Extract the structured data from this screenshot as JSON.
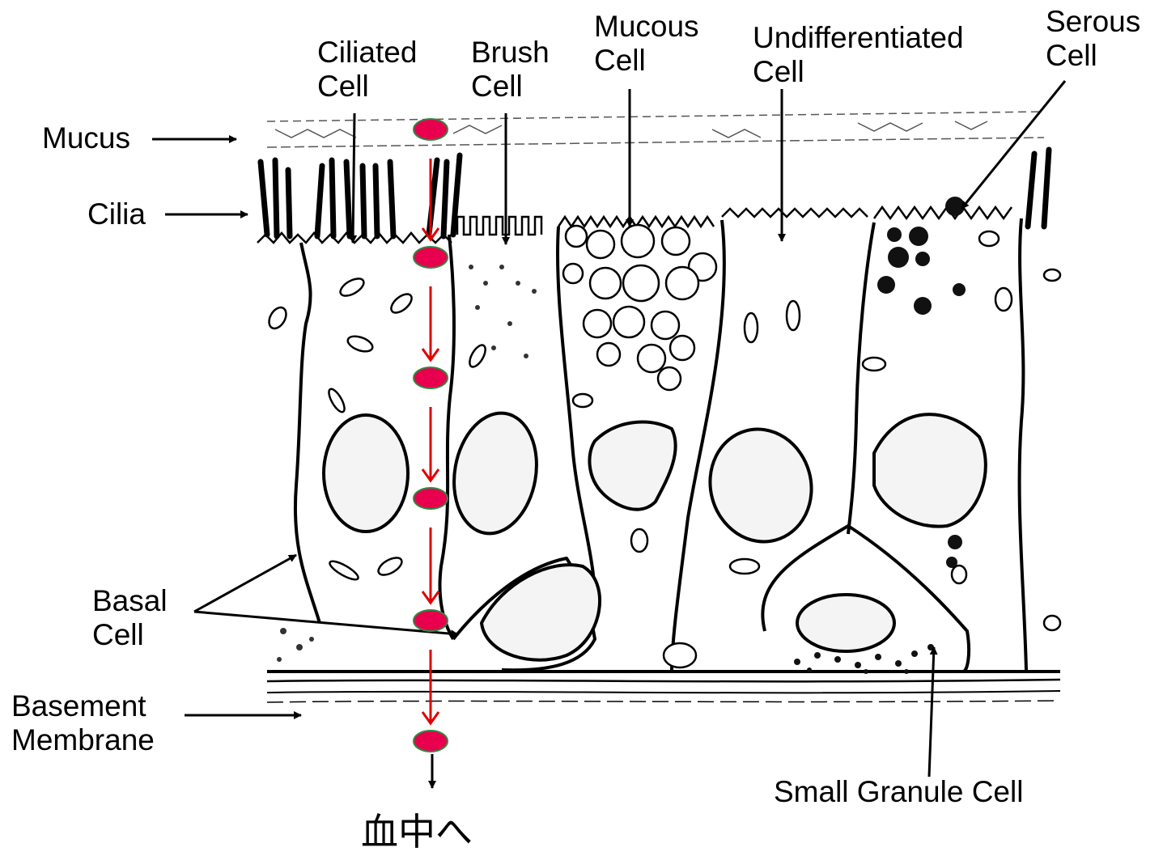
{
  "labels": {
    "ciliated_cell": [
      "Ciliated",
      "Cell"
    ],
    "brush_cell": [
      "Brush",
      "Cell"
    ],
    "mucous_cell": [
      "Mucous",
      "Cell"
    ],
    "undifferentiated_cell": [
      "Undifferentiated",
      "Cell"
    ],
    "serous_cell": [
      "Serous",
      "Cell"
    ],
    "mucus": "Mucus",
    "cilia": "Cilia",
    "basal_cell": [
      "Basal",
      "Cell"
    ],
    "basement_membrane": [
      "Basement",
      "Membrane"
    ],
    "small_granule_cell": "Small Granule Cell"
  },
  "annotation": {
    "bottom_text": "血中へ"
  },
  "colors": {
    "particle_fill": "#e8004f",
    "particle_stroke": "#2e8b3e",
    "flow_arrow": "#e00000",
    "line": "#000000"
  }
}
